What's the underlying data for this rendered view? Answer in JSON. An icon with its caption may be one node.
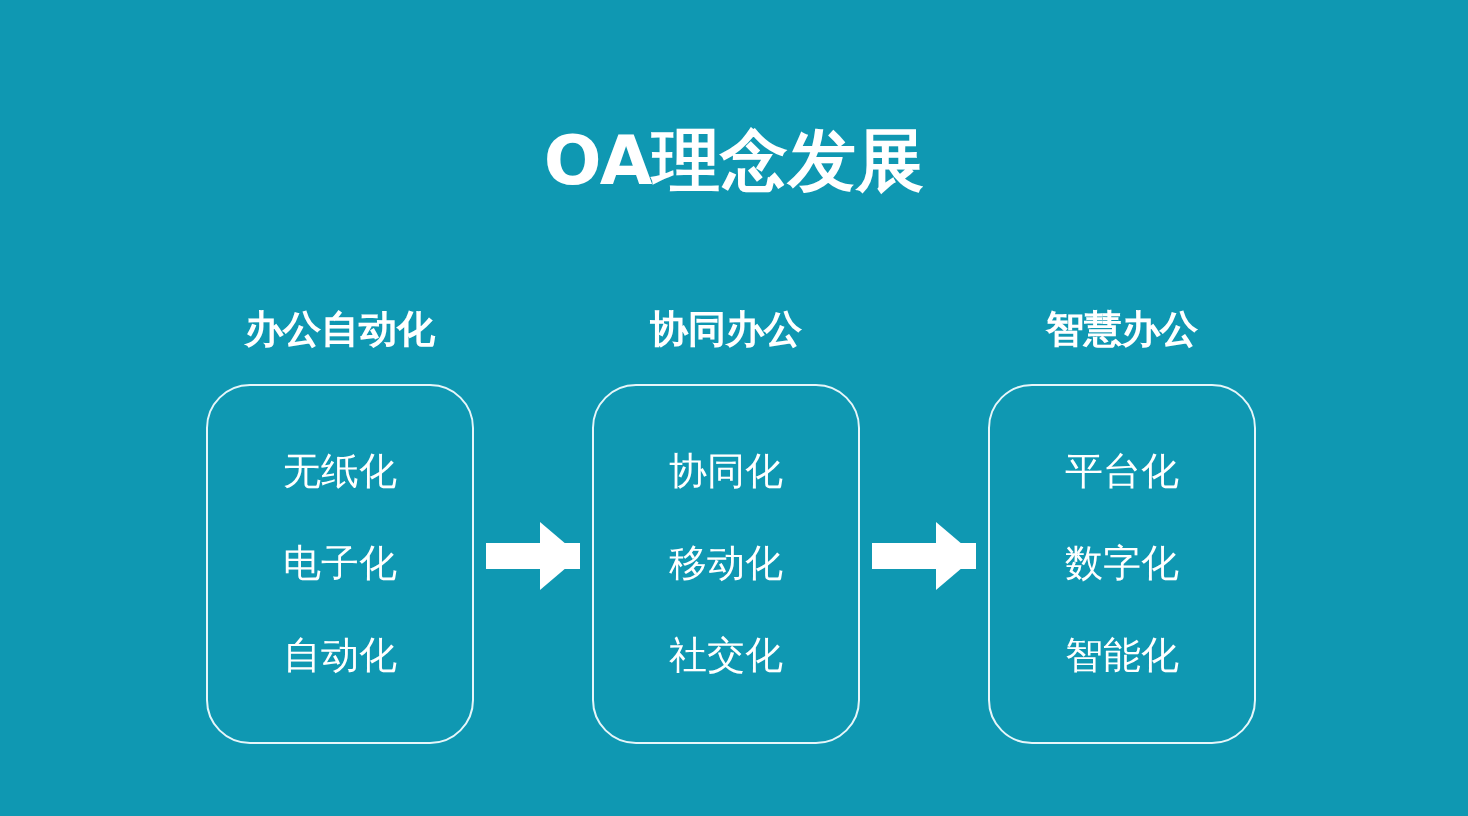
{
  "diagram": {
    "title": "OA理念发展",
    "nodes": [
      {
        "text": [
          "办公自动化",
          "无纸化",
          "电子化",
          "自动化"
        ]
      },
      {
        "text": [
          "协同办公",
          "协同化",
          "移动化",
          "社交化"
        ]
      },
      {
        "text": [
          "智慧办公",
          "平台化",
          "数字化",
          "智能化"
        ]
      }
    ],
    "edges": [
      {
        "from": 0,
        "to": 1,
        "arrow": "to"
      },
      {
        "from": 1,
        "to": 2,
        "arrow": "to"
      }
    ]
  }
}
